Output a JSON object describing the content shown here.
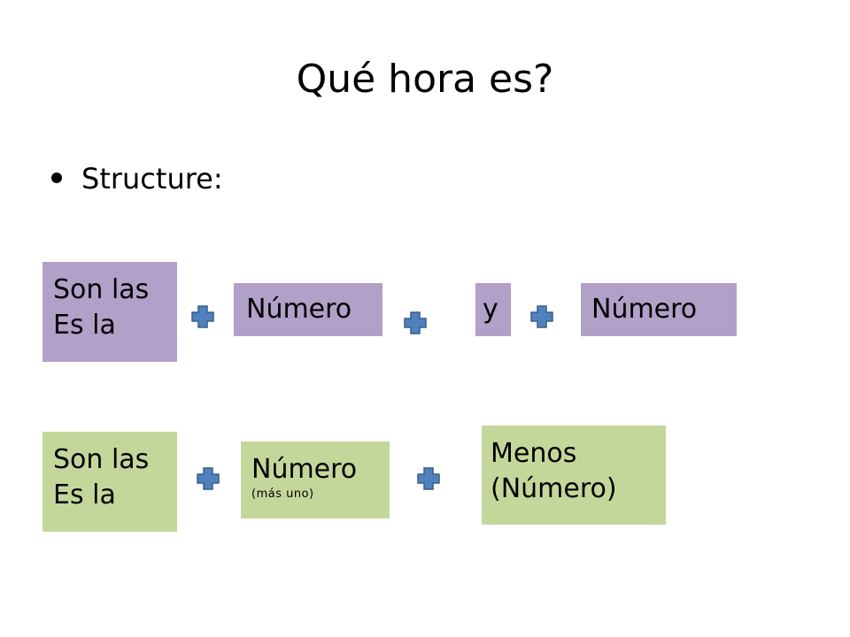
{
  "title": "Qué hora es?",
  "bullet": {
    "text": "Structure:"
  },
  "row1": {
    "subject": {
      "line1": "Son las",
      "line2": "Es la"
    },
    "number1": "Número",
    "connector": "y",
    "number2": "Número"
  },
  "row2": {
    "subject": {
      "line1": "Son las",
      "line2": "Es la"
    },
    "number": {
      "main": "Número",
      "note": "(más uno)"
    },
    "menos": {
      "line1": "Menos",
      "line2": "(Número)"
    }
  },
  "colors": {
    "purple_box": "#b1a0c7",
    "green_box": "#c4d79b",
    "plus_fill": "#4f81bd",
    "plus_stroke": "#385d8a"
  },
  "icons": {
    "plus": "plus-icon"
  }
}
